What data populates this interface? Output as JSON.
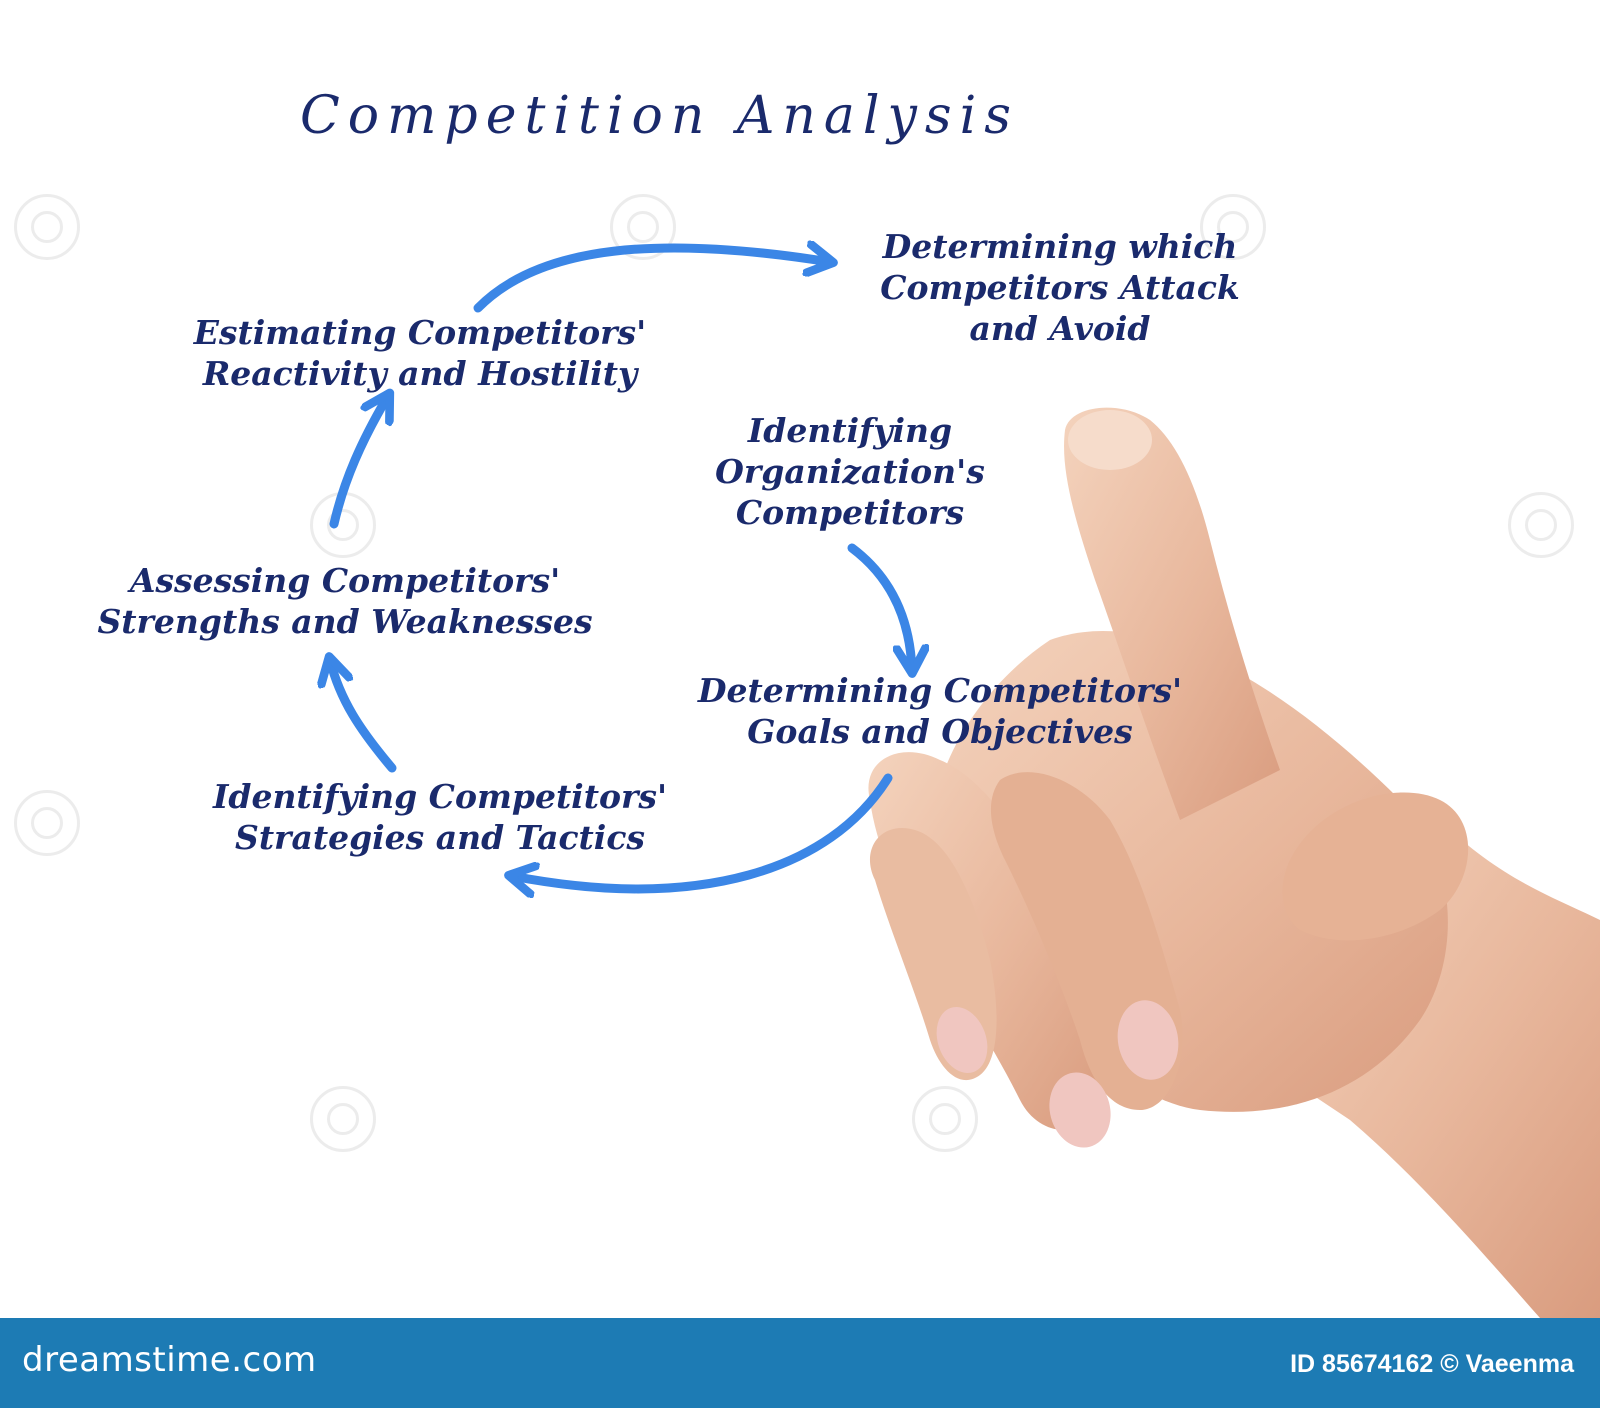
{
  "title": "Competition Analysis",
  "steps": [
    {
      "id": "estimating",
      "lines": [
        "Estimating Competitors'",
        "Reactivity and Hostility"
      ]
    },
    {
      "id": "determining-attack",
      "lines": [
        "Determining which",
        "Competitors Attack",
        "and Avoid"
      ]
    },
    {
      "id": "identifying-org",
      "lines": [
        "Identifying",
        "Organization's",
        "Competitors"
      ]
    },
    {
      "id": "determining-goals",
      "lines": [
        "Determining Competitors'",
        "Goals and Objectives"
      ]
    },
    {
      "id": "identifying-strategies",
      "lines": [
        "Identifying Competitors'",
        "Strategies and Tactics"
      ]
    },
    {
      "id": "assessing",
      "lines": [
        "Assessing Competitors'",
        "Strengths and Weaknesses"
      ]
    }
  ],
  "footer": {
    "brand": "dreamstime.com",
    "credit": "ID 85674162 © Vaeenma",
    "color": "#1d7bb4"
  },
  "colors": {
    "text": "#1a2a6c",
    "arrow": "#3b86e6"
  }
}
